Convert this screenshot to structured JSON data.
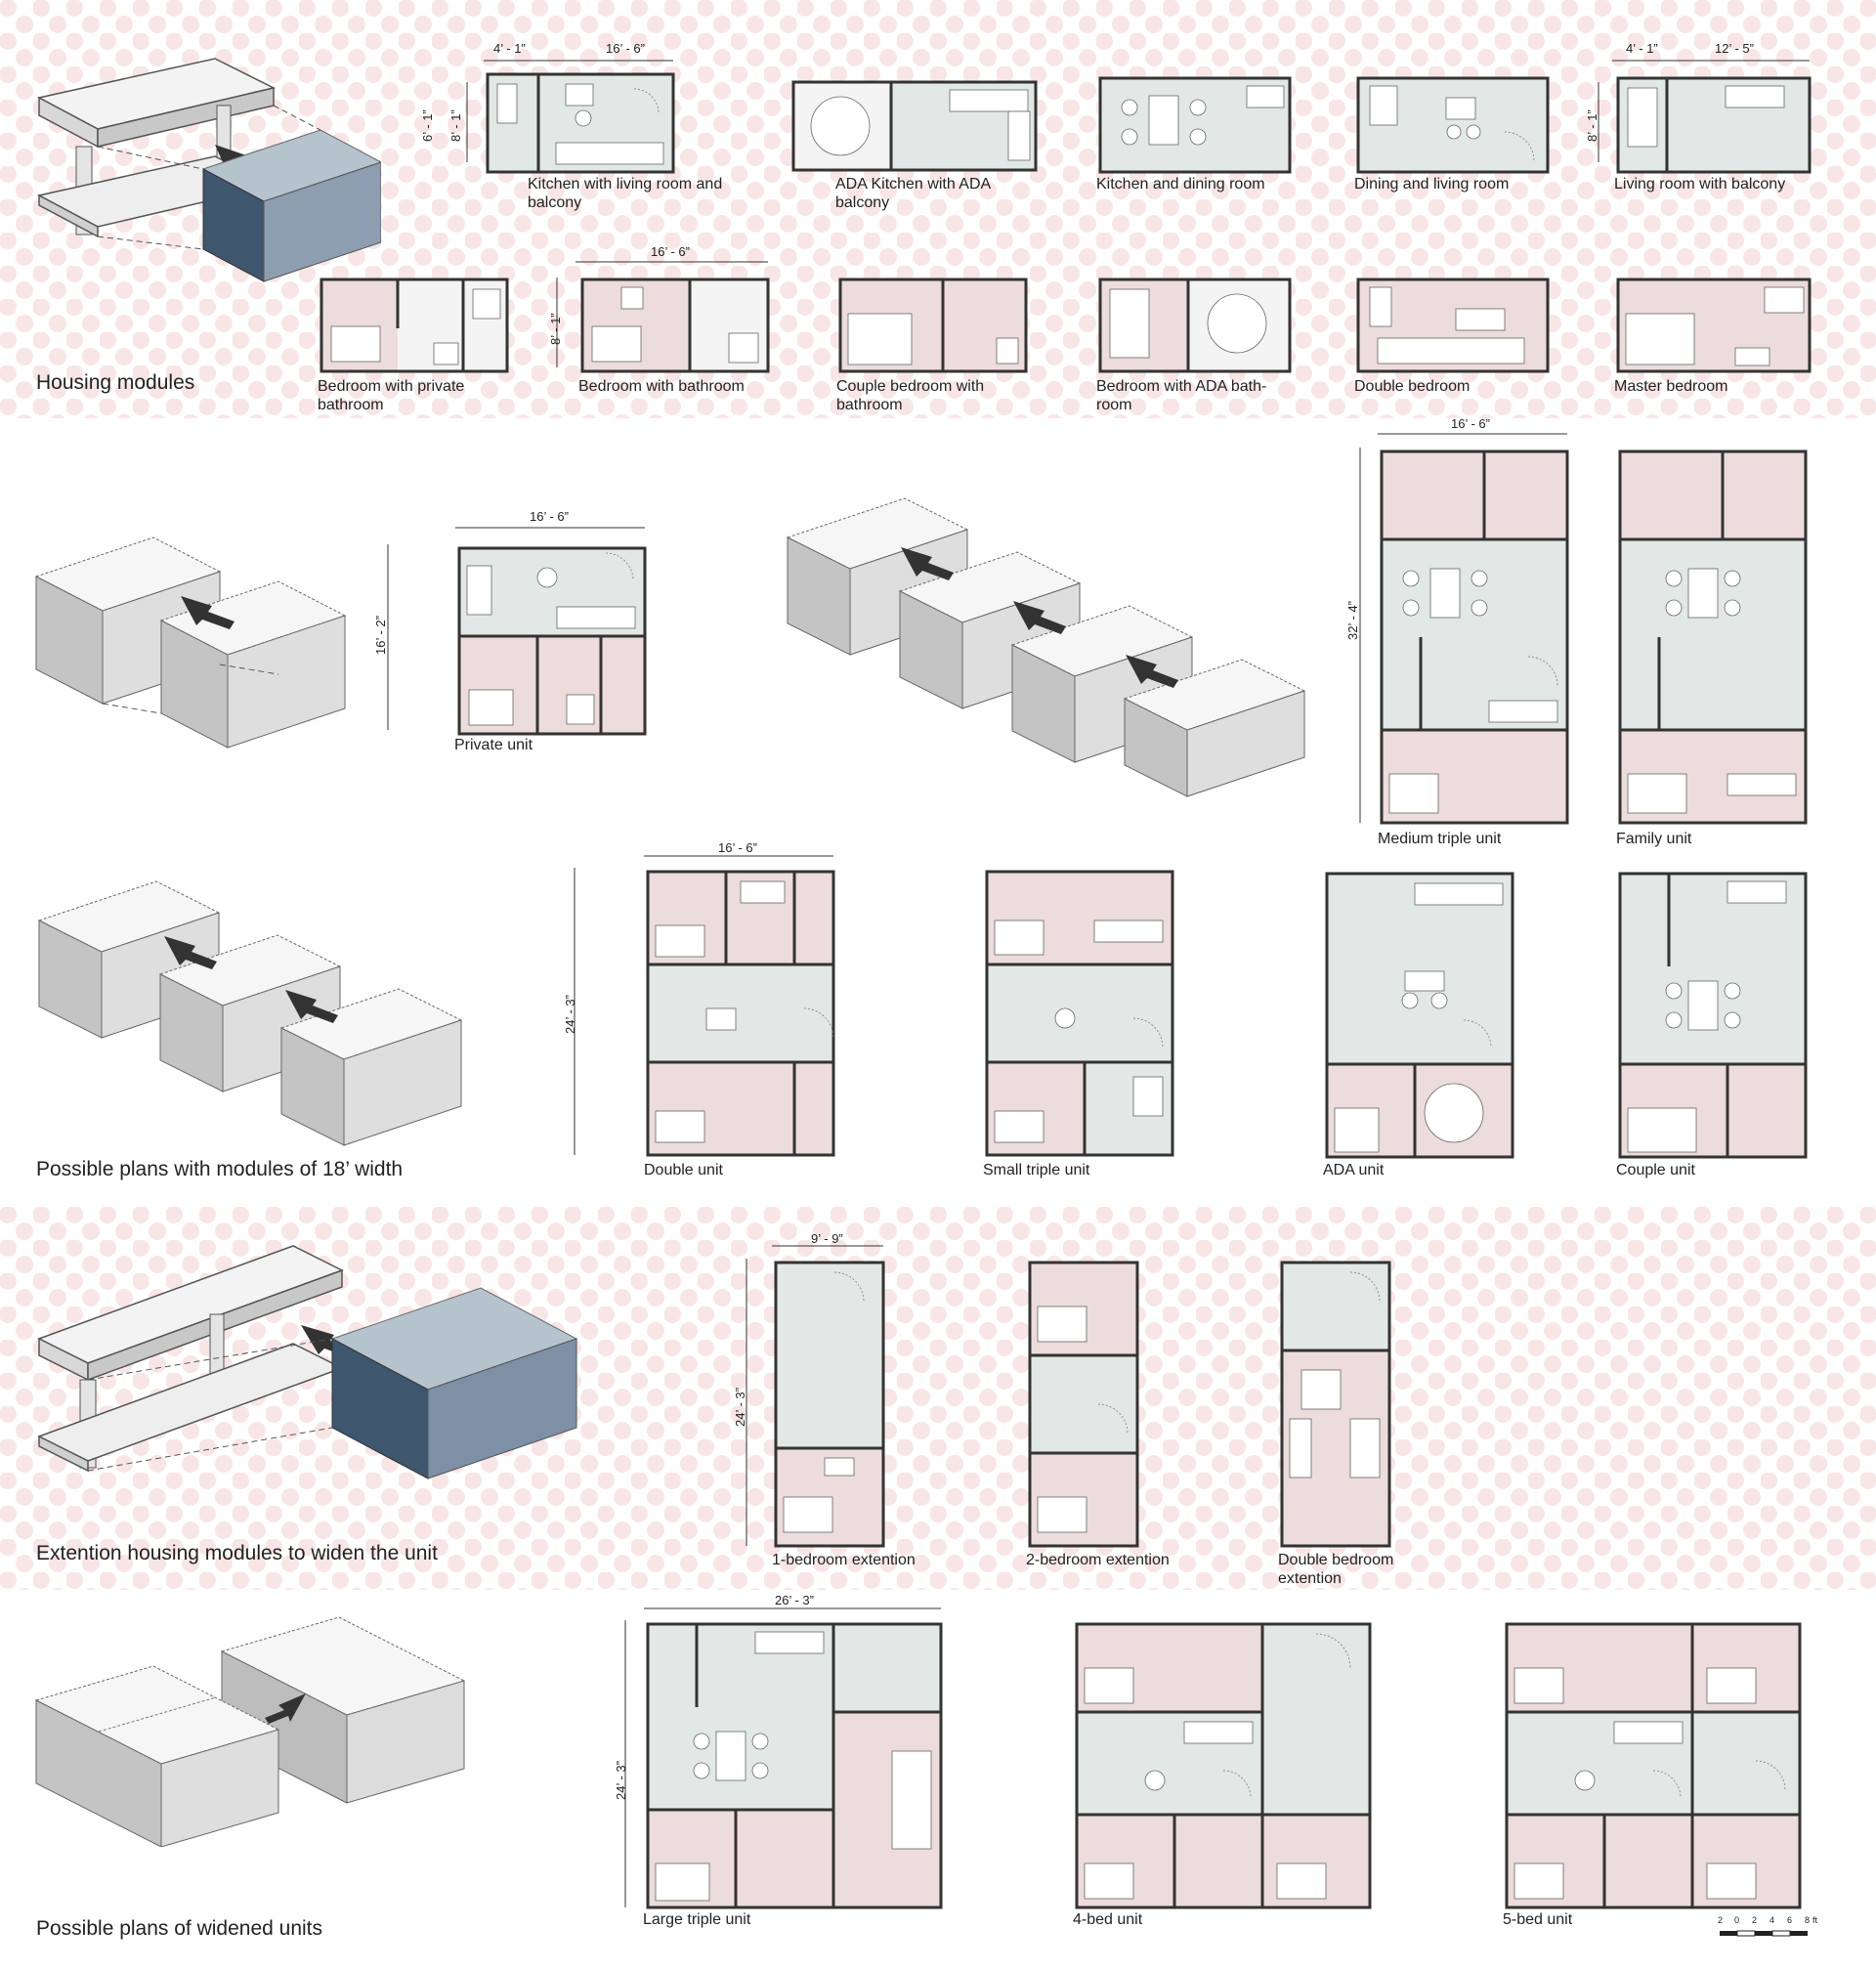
{
  "sections": {
    "housing_modules": "Housing modules",
    "plans_18": "Possible plans with modules of 18’ width",
    "extension": "Extention housing modules to widen the unit",
    "widened": "Possible plans of widened units"
  },
  "modules_top": [
    "Kitchen with living room and balcony",
    "ADA Kitchen with ADA balcony",
    "Kitchen and dining room",
    "Dining and living room",
    "Living room with balcony"
  ],
  "modules_bottom": [
    "Bedroom with private bathroom",
    "Bedroom with bathroom",
    "Couple bedroom with bathroom",
    "Bedroom with ADA bath-room",
    "Double bedroom",
    "Master bedroom"
  ],
  "units_row1": [
    "Private unit",
    "Medium triple unit",
    "Family unit"
  ],
  "units_row2": [
    "Double unit",
    "Small triple unit",
    "ADA unit",
    "Couple unit"
  ],
  "extensions": [
    "1-bedroom extention",
    "2-bedroom extention",
    "Double bedroom extention"
  ],
  "widened_units": [
    "Large triple unit",
    "4-bed unit",
    "5-bed unit"
  ],
  "dimensions": {
    "d_4_1": "4’ - 1”",
    "d_16_6": "16’ - 6”",
    "d_6_1": "6’ - 1”",
    "d_8_1": "8’ - 1”",
    "d_12_5": "12’ - 5”",
    "d_16_2": "16’ - 2”",
    "d_32_4": "32’ - 4”",
    "d_24_3": "24’ - 3”",
    "d_9_9": "9’ - 9”",
    "d_26_3": "26’ - 3”"
  },
  "scale_bar": {
    "ticks": [
      "2",
      "0",
      "2",
      "4",
      "6",
      "8"
    ],
    "unit": "ft"
  },
  "colors": {
    "living_fill": "#e1e8e5",
    "bedroom_fill": "#ecdcdb",
    "wall": "#333333",
    "module_dark": "#4c6178",
    "band_dot": "#f6e2e2"
  }
}
